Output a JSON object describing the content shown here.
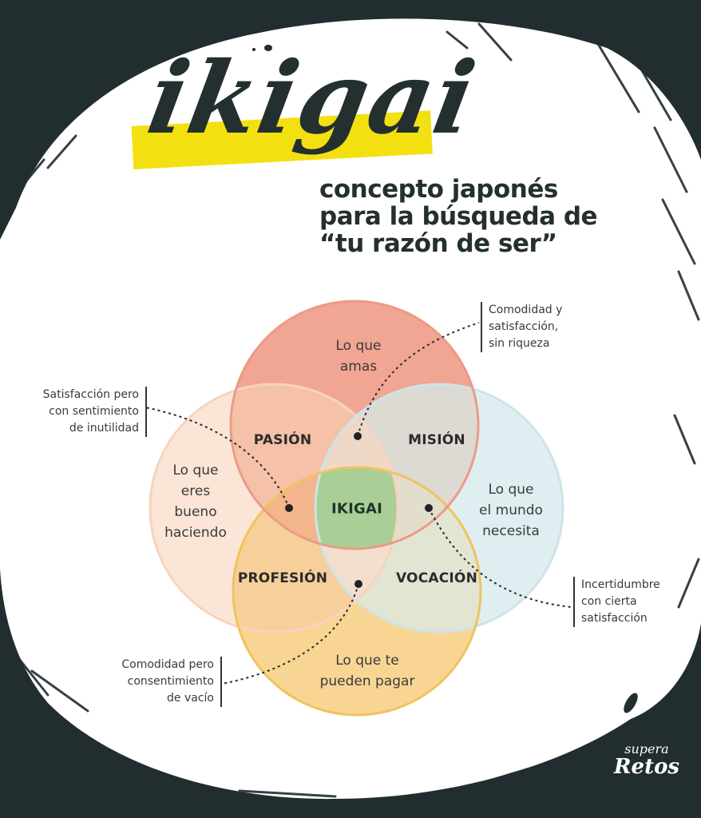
{
  "header": {
    "title": "ikigai",
    "subtitle_lines": [
      "concepto japonés",
      "para la búsqueda de",
      "“tu razón de ser”"
    ]
  },
  "colors": {
    "background_dark": "#222d30",
    "paper": "#ffffff",
    "highlight_yellow": "#f3e011",
    "text_dark": "#23302f",
    "circle_love": "#f1a593",
    "circle_good_at": "#fae0d0",
    "circle_world_needs": "#d9ecef",
    "circle_paid": "#f7cb79",
    "center_ikigai": "#a9cf96"
  },
  "venn": {
    "circles": [
      {
        "id": "love",
        "label_lines": [
          "Lo que",
          "amas"
        ]
      },
      {
        "id": "good_at",
        "label_lines": [
          "Lo que",
          "eres",
          "bueno",
          "haciendo"
        ]
      },
      {
        "id": "world_needs",
        "label_lines": [
          "Lo que",
          "el mundo",
          "necesita"
        ]
      },
      {
        "id": "paid",
        "label_lines": [
          "Lo que te",
          "pueden pagar"
        ]
      }
    ],
    "intersections": {
      "pasion": "PASIÓN",
      "mision": "MISIÓN",
      "profesion": "PROFESIÓN",
      "vocacion": "VOCACIÓN",
      "center": "IKIGAI"
    }
  },
  "annotations": [
    {
      "id": "top_right",
      "lines": [
        "Comodidad y",
        "satisfacción,",
        "sin riqueza"
      ]
    },
    {
      "id": "top_left",
      "lines": [
        "Satisfacción pero",
        "con sentimiento",
        "de inutilidad"
      ]
    },
    {
      "id": "bottom_right",
      "lines": [
        "Incertidumbre",
        "con cierta",
        "satisfacción"
      ]
    },
    {
      "id": "bottom_left",
      "lines": [
        "Comodidad pero",
        "consentimiento",
        "de vacío"
      ]
    }
  ],
  "logo": {
    "line1": "supera",
    "line2": "Retos"
  }
}
